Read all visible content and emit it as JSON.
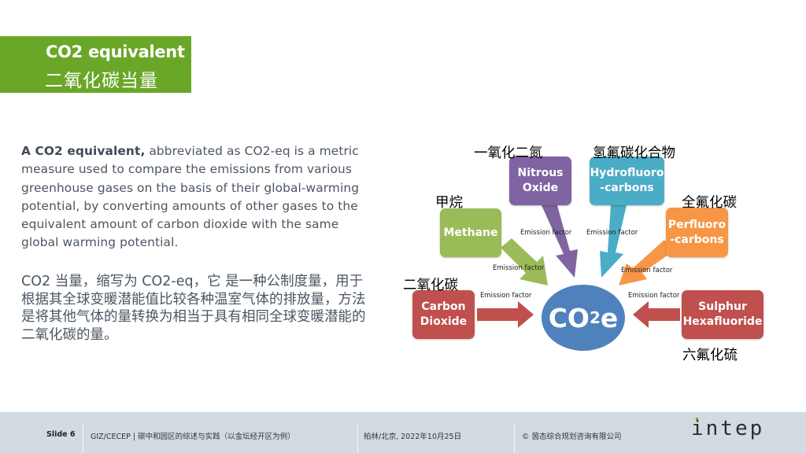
{
  "header": {
    "title_en": "CO2 equivalent",
    "title_zh": "二氧化碳当量",
    "accent_color": "#6aa728"
  },
  "body": {
    "en_bold": "A CO2 equivalent,",
    "en_text": " abbreviated as CO2-eq is a metric measure used to compare the emissions from various greenhouse gases on the basis of their global-warming potential, by converting amounts of other gases to the equivalent amount of carbon dioxide with the same global warming potential.",
    "zh_text": "CO2 当量，缩写为 CO2-eq，它 是一种公制度量，用于根据其全球变暖潜能值比较各种温室气体的排放量，方法是将其他气体的量转换为相当于具有相同全球变暖潜能的二氧化碳的量。"
  },
  "diagram": {
    "center": {
      "label": "CO",
      "sub": "2",
      "suffix": "e",
      "color": "#4f81bd"
    },
    "nodes": [
      {
        "id": "carbon-dioxide",
        "line1": "Carbon",
        "line2": "Dioxide",
        "zh": "二氧化碳",
        "color": "#c0504d"
      },
      {
        "id": "methane",
        "line1": "Methane",
        "line2": "",
        "zh": "甲烷",
        "color": "#9bbb59"
      },
      {
        "id": "nitrous-oxide",
        "line1": "Nitrous",
        "line2": "Oxide",
        "zh": "一氧化二氮",
        "color": "#8064a2"
      },
      {
        "id": "hydrofluorocarbons",
        "line1": "Hydrofluoro",
        "line2": "-carbons",
        "zh": "氢氟碳化合物",
        "color": "#4bacc6"
      },
      {
        "id": "perfluorocarbons",
        "line1": "Perfluoro",
        "line2": "-carbons",
        "zh": "全氟化碳",
        "color": "#f79646"
      },
      {
        "id": "sulphur-hexafluoride",
        "line1": "Sulphur",
        "line2": "Hexafluoride",
        "zh": "六氟化硫",
        "color": "#c0504d"
      }
    ],
    "arrow_label": "Emission factor"
  },
  "footer": {
    "slide": "Slide 6",
    "project": "GIZ/CECEP | 碳中和园区的综述与实践（以金坛经开区为例）",
    "place_date": "柏林/北京, 2022年10月25日",
    "copyright": "© 茵态综合规划咨询有限公司",
    "logo": "intep"
  }
}
